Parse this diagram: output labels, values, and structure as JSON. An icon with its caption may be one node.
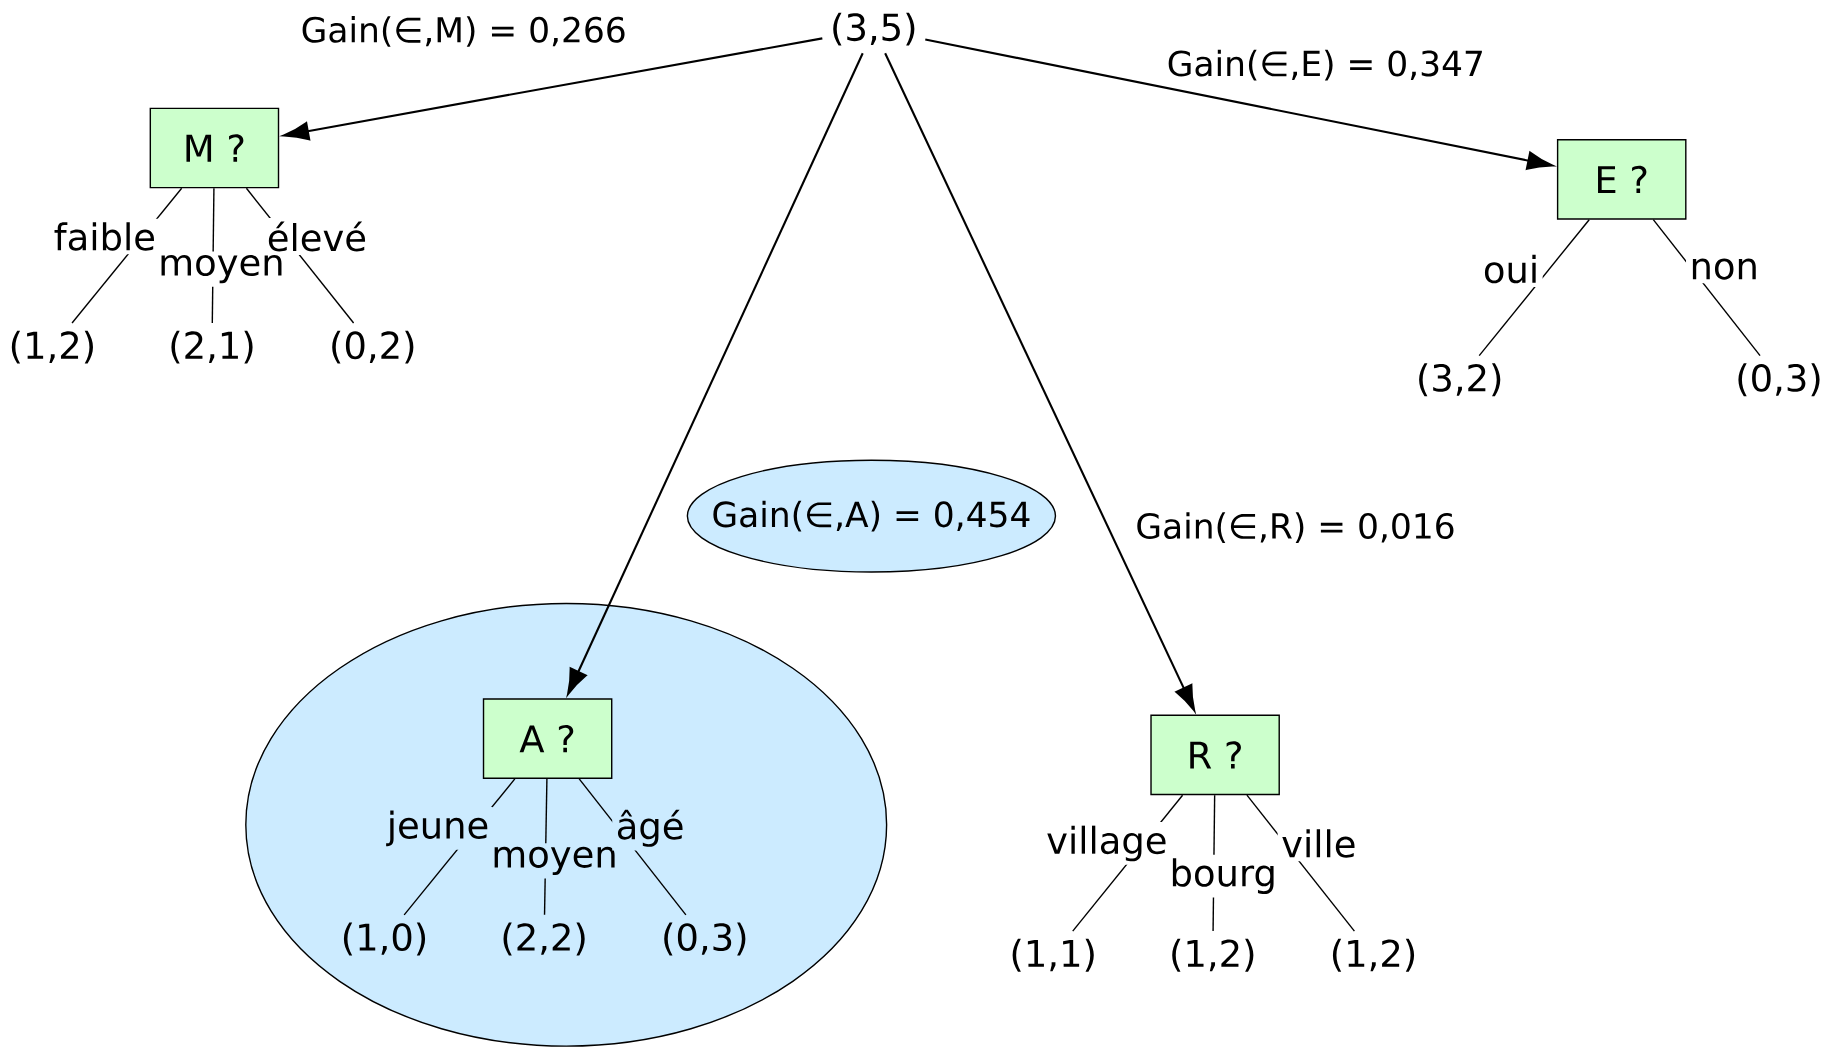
{
  "diagram": {
    "nodes": [
      {
        "text": [
          "(3,5)"
        ]
      },
      {
        "text": [
          "M ?"
        ]
      },
      {
        "text": [
          "(1,2)"
        ]
      },
      {
        "text": [
          "(2,1)"
        ]
      },
      {
        "text": [
          "(0,2)"
        ]
      },
      {
        "text": [
          "E ?"
        ]
      },
      {
        "text": [
          "(3,2)"
        ]
      },
      {
        "text": [
          "(0,3)"
        ]
      },
      {
        "text": [
          "Gain(∈,A) = 0,454"
        ]
      },
      {
        "text": [],
        "shape": "ellipse"
      },
      {
        "text": [
          "A ?"
        ],
        "in": 9
      },
      {
        "text": [
          "(1,0)"
        ],
        "in": 9
      },
      {
        "text": [
          "(2,2)"
        ],
        "in": 9
      },
      {
        "text": [
          "(0,3)"
        ],
        "in": 9
      },
      {
        "text": [
          "R ?"
        ]
      },
      {
        "text": [
          "(1,1)"
        ]
      },
      {
        "text": [
          "(1,2)"
        ]
      },
      {
        "text": [
          "(1,2)"
        ]
      }
    ],
    "edges": [
      {
        "from": 0,
        "to": 1,
        "arrow": "to",
        "label": "Gain(∈,M) = 0,266"
      },
      {
        "from": 0,
        "to": 5,
        "arrow": "to",
        "label": "Gain(∈,E) = 0,347"
      },
      {
        "from": 0,
        "to": 10,
        "arrow": "to"
      },
      {
        "from": 0,
        "to": 14,
        "arrow": "to",
        "label": "Gain(∈,R) = 0,016"
      },
      {
        "from": 1,
        "to": 2,
        "arrow": "none",
        "label": "faible"
      },
      {
        "from": 1,
        "to": 3,
        "arrow": "none",
        "label": "moyen"
      },
      {
        "from": 1,
        "to": 4,
        "arrow": "none",
        "label": "élevé"
      },
      {
        "from": 5,
        "to": 6,
        "arrow": "none",
        "label": "oui"
      },
      {
        "from": 5,
        "to": 7,
        "arrow": "none",
        "label": "non"
      },
      {
        "from": 10,
        "to": 11,
        "arrow": "none",
        "label": "jeune"
      },
      {
        "from": 10,
        "to": 12,
        "arrow": "none",
        "label": "moyen"
      },
      {
        "from": 10,
        "to": 13,
        "arrow": "none",
        "label": "âgé"
      },
      {
        "from": 14,
        "to": 15,
        "arrow": "none",
        "label": "village"
      },
      {
        "from": 14,
        "to": 16,
        "arrow": "none",
        "label": "bourg"
      },
      {
        "from": 14,
        "to": 17,
        "arrow": "none",
        "label": "ville"
      }
    ]
  }
}
